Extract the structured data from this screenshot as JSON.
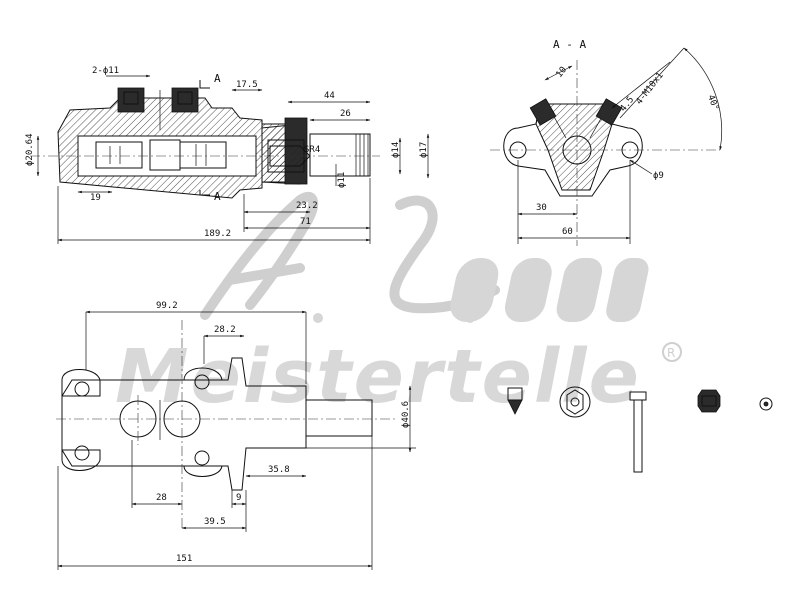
{
  "watermark": {
    "monogram": "A.L.",
    "brand": "Meistertelle",
    "registered": "R"
  },
  "top_view": {
    "dim_bore_pair": "2-ϕ11",
    "dim_17_5": "17.5",
    "dim_44": "44",
    "dim_26": "26",
    "dim_phi20_64": "ϕ20.64",
    "dim_phi14": "ϕ14",
    "dim_phi17": "ϕ17",
    "dim_phi11": "ϕ11",
    "dim_sr4": "SR4",
    "dim_19": "19",
    "dim_23_2": "23.2",
    "dim_71": "71",
    "dim_189_2": "189.2",
    "section_mark_top": "A",
    "section_mark_bottom": "A"
  },
  "section_view": {
    "title": "A - A",
    "dim_10": "10",
    "dim_4_5": "4.5",
    "dim_thread": "4-M10x1",
    "dim_angle": "40°",
    "dim_phi9": "ϕ9",
    "dim_30": "30",
    "dim_60": "60"
  },
  "front_view": {
    "dim_99_2": "99.2",
    "dim_28_2": "28.2",
    "dim_phi40_6": "ϕ40.6",
    "dim_35_8": "35.8",
    "dim_9": "9",
    "dim_28": "28",
    "dim_39_5": "39.5",
    "dim_151": "151"
  },
  "parts": {
    "items": [
      "nozzle",
      "nut",
      "pin",
      "fitting",
      "plug"
    ]
  }
}
